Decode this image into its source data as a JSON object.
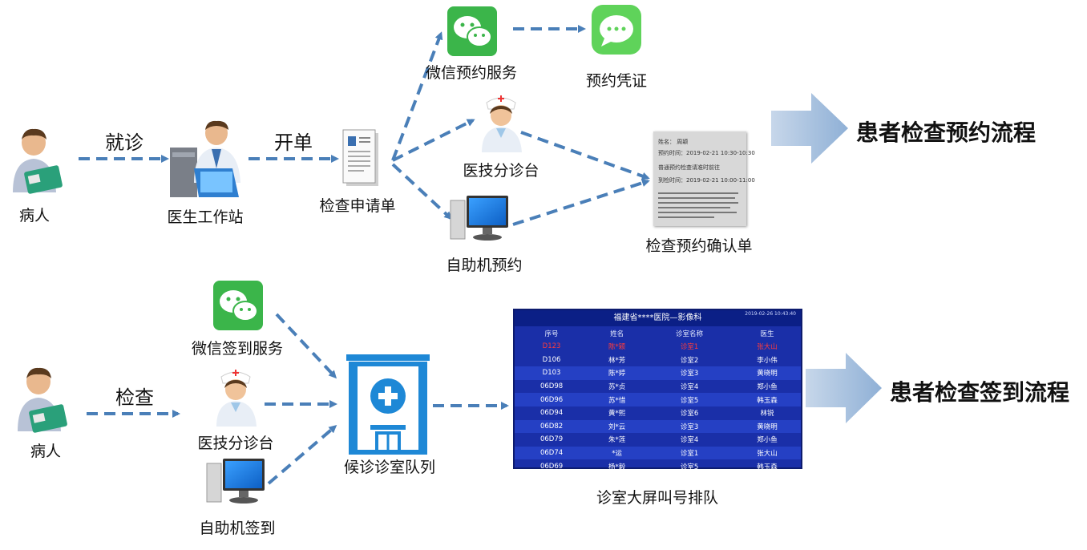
{
  "labels": {
    "patient_top": "病人",
    "visit": "就诊",
    "doctor_station": "医生工作站",
    "order": "开单",
    "exam_request": "检查申请单",
    "wechat_booking": "微信预约服务",
    "booking_voucher": "预约凭证",
    "triage_desk_top": "医技分诊台",
    "kiosk_booking": "自助机预约",
    "booking_confirm": "检查预约确认单",
    "patient_bottom": "病人",
    "exam": "检查",
    "wechat_checkin": "微信签到服务",
    "triage_desk_bottom": "医技分诊台",
    "kiosk_checkin": "自助机签到",
    "waiting_queue": "候诊诊室队列",
    "screen_queue": "诊室大屏叫号排队"
  },
  "titles": {
    "booking_flow": "患者检查预约流程",
    "checkin_flow": "患者检查签到流程"
  },
  "confirm_doc": {
    "line1": "姓名：  周颖",
    "line2": "预约时间：2019-02-21  10:30-10:30",
    "line3": "普通预约检查请准时前往",
    "line4": "到检时间：2019-02-21  10:00-11:00"
  },
  "screen": {
    "title": "福建省****医院—影像科",
    "timestamp": "2019-02-26 10:43:40",
    "headers": [
      "序号",
      "姓名",
      "诊室名称",
      "医生"
    ],
    "rows": [
      [
        "D123",
        "陈*颖",
        "诊室1",
        "张大山"
      ],
      [
        "D106",
        "林*芳",
        "诊室2",
        "李小伟"
      ],
      [
        "D103",
        "陈*婷",
        "诊室3",
        "黄晓明"
      ],
      [
        "06D98",
        "苏*贞",
        "诊室4",
        "郑小鱼"
      ],
      [
        "06D96",
        "苏*惜",
        "诊室5",
        "韩玉森"
      ],
      [
        "06D94",
        "黄*熙",
        "诊室6",
        "林锐"
      ],
      [
        "06D82",
        "刘*云",
        "诊室3",
        "黄晓明"
      ],
      [
        "06D79",
        "朱*莲",
        "诊室4",
        "郑小鱼"
      ],
      [
        "06D74",
        "*运",
        "诊室1",
        "张大山"
      ],
      [
        "06D69",
        "杨*毅",
        "诊室5",
        "韩玉森"
      ]
    ]
  },
  "colors": {
    "arrow": "#4a7fb8",
    "big_arrow": "#9bb7d6",
    "wechat_green": "#3bb54a",
    "hospital_blue": "#1e88d6",
    "screen_blue": "#1a2fa8"
  }
}
